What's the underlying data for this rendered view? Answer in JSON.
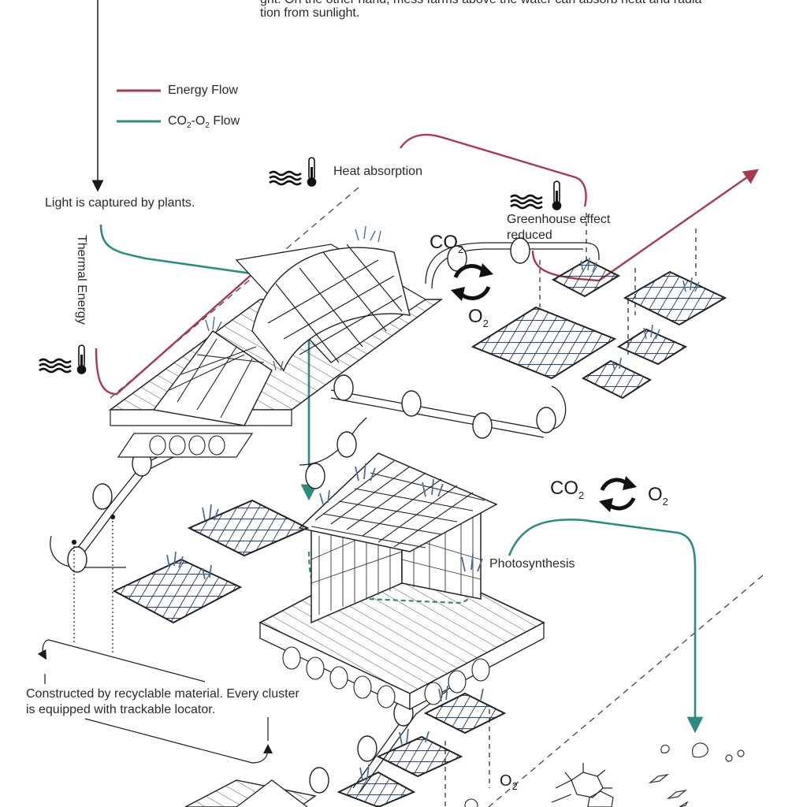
{
  "colors": {
    "energy": "#a8394f",
    "co2o2": "#2f8a82",
    "ink": "#1a1a1a",
    "grid": "#24344f",
    "plants": "#4d6f97"
  },
  "top_note": {
    "line1": "ght. On the other hand, mess farms above the water can absorb heat and radia",
    "line2": "tion from sunlight."
  },
  "legend": {
    "energy_label": "Energy Flow",
    "co2_label": "CO",
    "co2_sub1": "2",
    "co2_mid": "-O",
    "co2_sub2": "2",
    "co2_tail": " Flow"
  },
  "annotations": {
    "heat_absorption": "Heat absorption",
    "light_captured": "Light is captured by plants.",
    "greenhouse_1": "Greenhouse effect",
    "greenhouse_2": "reduced",
    "thermal_energy": "Thermal Energy",
    "photosynthesis": "Photosynthesis",
    "recyclable_1": "Constructed by recyclable material. Every  cluster",
    "recyclable_2": "is equipped with trackable locator."
  },
  "cycle_upper": {
    "co": "CO",
    "co_sub": "2",
    "o": "O",
    "o_sub": "2"
  },
  "cycle_right": {
    "co": "CO",
    "co_sub": "2",
    "o": "O",
    "o_sub": "2"
  },
  "cycle_bottom": {
    "o": "O",
    "o_sub": "2"
  },
  "icons": [
    "wave-icon",
    "thermometer-icon",
    "cycle-arrows-icon",
    "fish-icon",
    "molecule-icon"
  ]
}
